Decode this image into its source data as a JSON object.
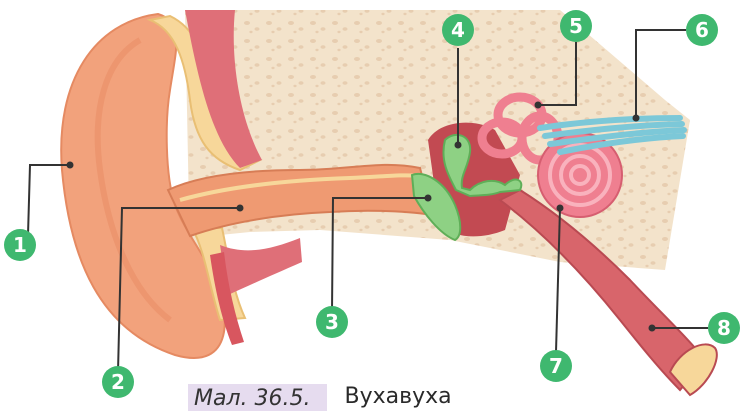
{
  "colors": {
    "badge": "#3fb86f",
    "leader": "#333333",
    "skin": "#f0a078",
    "bone": "#f5e6cf",
    "cartilage": "#f7d79a",
    "muscle": "#df6f78",
    "green_structures": "#8ed184",
    "cochlea": "#ef7f90",
    "nerve": "#7cc8d8"
  },
  "labels": [
    {
      "num": "1"
    },
    {
      "num": "2"
    },
    {
      "num": "3"
    },
    {
      "num": "4"
    },
    {
      "num": "5"
    },
    {
      "num": "6"
    },
    {
      "num": "7"
    },
    {
      "num": "8"
    }
  ],
  "caption": {
    "figure": "Мал. 36.5.",
    "text": "Вухавуха"
  }
}
